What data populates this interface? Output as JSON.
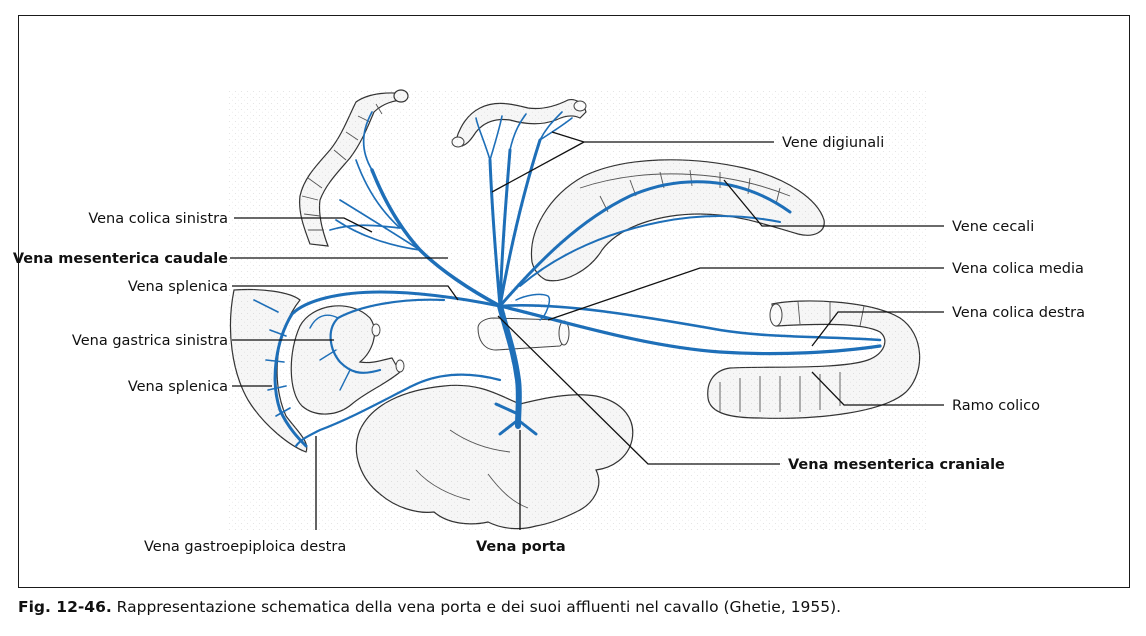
{
  "labels": {
    "vene_digiunali": "Vene digiunali",
    "vena_colica_sinistra": "Vena colica sinistra",
    "vene_cecali": "Vene cecali",
    "vena_mesenterica_caudale": "Vena mesenterica caudale",
    "vena_colica_media": "Vena colica media",
    "vena_splenica_top": "Vena splenica",
    "vena_colica_destra": "Vena colica destra",
    "vena_gastrica_sinistra": "Vena gastrica sinistra",
    "vena_splenica_bottom": "Vena splenica",
    "ramo_colico": "Ramo colico",
    "vena_mesenterica_craniale": "Vena mesenterica craniale",
    "vena_gastroepiploica_destra": "Vena gastroepiploica destra",
    "vena_porta": "Vena porta"
  },
  "caption": {
    "fig_number": "Fig. 12-46.",
    "text": " Rappresentazione schematica della vena porta e dei suoi affluenti nel cavallo (Ghetie, 1955)."
  },
  "colors": {
    "vein": "#1e6fb8",
    "frame": "#1a1a1a"
  }
}
